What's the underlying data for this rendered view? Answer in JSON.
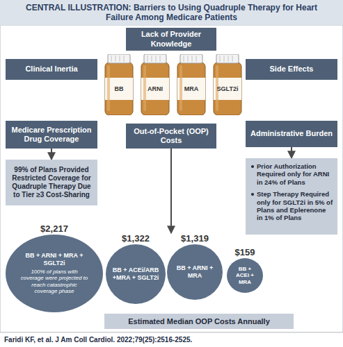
{
  "diagram": {
    "title": "CENTRAL ILLUSTRATION: Barriers to Using Quadruple Therapy for Heart Failure Among Medicare Patients",
    "caption": "Faridi KF, et al. J Am Coll Cardiol. 2022;79(25):2516-2525.",
    "nodes": [
      {
        "text": [
          "Lack of Provider Knowledge"
        ]
      },
      {
        "text": [
          "Clinical Inertia"
        ]
      },
      {
        "text": [
          "Side Effects"
        ]
      },
      {
        "text": [
          "BB"
        ]
      },
      {
        "text": [
          "ARNI"
        ]
      },
      {
        "text": [
          "MRA"
        ]
      },
      {
        "text": [
          "SGLT2i"
        ]
      },
      {
        "text": [
          "Medicare Prescription Drug Coverage"
        ]
      },
      {
        "text": [
          "Out-of-Pocket (OOP) Costs"
        ]
      },
      {
        "text": [
          "Administrative Burden"
        ]
      },
      {
        "text": [
          "99% of Plans Provided Restricted Coverage for Quadruple Therapy Due to Tier ≥3 Cost-Sharing"
        ]
      },
      {
        "text": [
          "Prior Authorization Required only for ARNI in 24% of Plans",
          "Step Therapy Required only for SGLT2i in 5% of Plans and Eplerenone in 1% of Plans"
        ]
      },
      {
        "text": [
          "$2,217",
          "BB + ARNI + MRA + SGLT2i",
          "100% of plans with coverage were projected to reach catastrophic coverage phase"
        ]
      },
      {
        "text": [
          "$1,322",
          "BB + ACEi/ARB +MRA + SGLT2i"
        ]
      },
      {
        "text": [
          "$1,319",
          "BB + ARNI + MRA"
        ]
      },
      {
        "text": [
          "$159",
          "BB + ACEi + MRA"
        ]
      },
      {
        "text": [
          "Estimated Median OOP Costs Annually"
        ]
      }
    ],
    "edges": [
      {
        "from": 7,
        "to": 10,
        "arrow": "to"
      },
      {
        "from": 9,
        "to": 11,
        "arrow": "to"
      },
      {
        "from": 8,
        "to": 14,
        "arrow": "to"
      }
    ]
  }
}
